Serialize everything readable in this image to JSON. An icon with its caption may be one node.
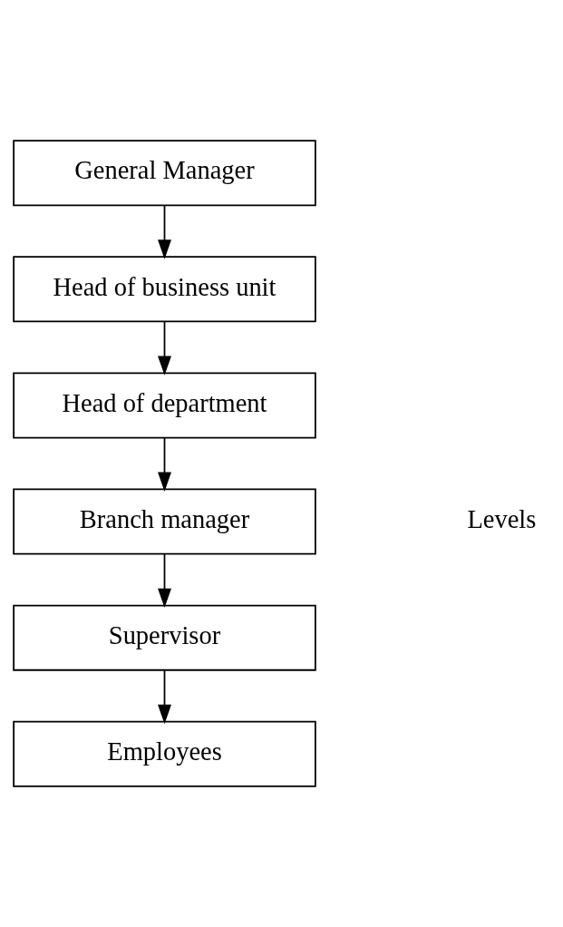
{
  "diagram": {
    "nodes": [
      {
        "text": [
          "General Manager"
        ]
      },
      {
        "text": [
          "Head of business unit"
        ]
      },
      {
        "text": [
          "Head of department"
        ]
      },
      {
        "text": [
          "Branch manager"
        ]
      },
      {
        "text": [
          "Supervisor"
        ]
      },
      {
        "text": [
          "Employees"
        ]
      }
    ],
    "edges": [
      {
        "from": 0,
        "to": 1,
        "arrow": "to"
      },
      {
        "from": 1,
        "to": 2,
        "arrow": "to"
      },
      {
        "from": 2,
        "to": 3,
        "arrow": "to"
      },
      {
        "from": 3,
        "to": 4,
        "arrow": "to"
      },
      {
        "from": 4,
        "to": 5,
        "arrow": "to"
      }
    ],
    "labels": [
      "Levels"
    ]
  }
}
